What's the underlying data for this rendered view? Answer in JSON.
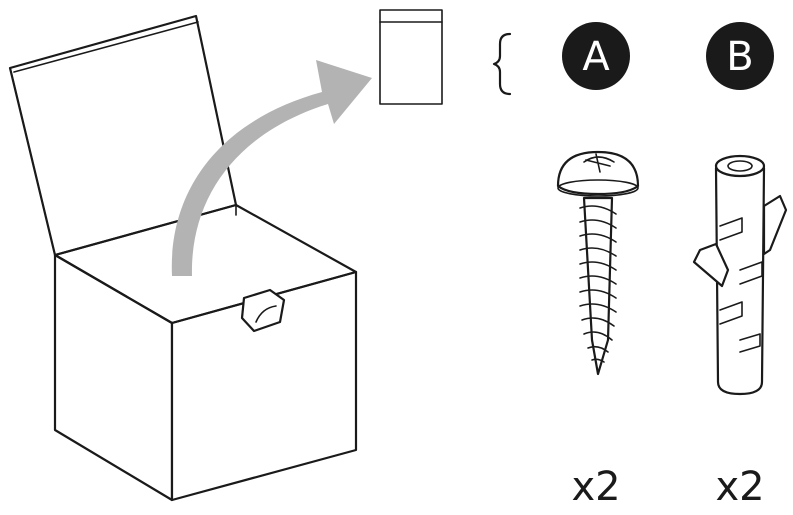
{
  "colors": {
    "ink": "#1a1a1a",
    "arrow": "#b3b3b3",
    "badge": "#1a1a1a",
    "badge_text": "#ffffff"
  },
  "parts": [
    {
      "label": "A",
      "item": "screw-icon",
      "quantity": "x2"
    },
    {
      "label": "B",
      "item": "wall-plug-icon",
      "quantity": "x2"
    }
  ]
}
